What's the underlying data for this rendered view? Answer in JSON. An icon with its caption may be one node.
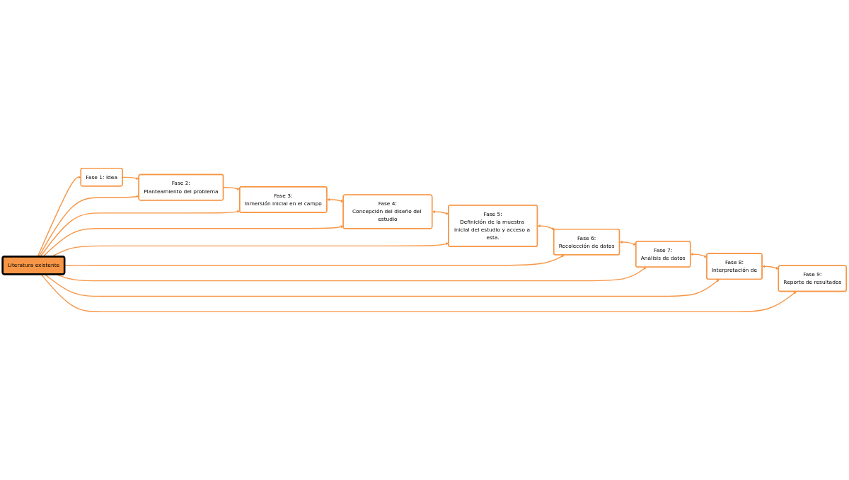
{
  "diagram": {
    "nodes": [
      {
        "text": [
          "Fase 1: Idea"
        ]
      },
      {
        "text": [
          "Fase 2:",
          "Planteamiento del problema"
        ]
      },
      {
        "text": [
          "Fase 3:",
          "Inmersión inicial en el campo"
        ]
      },
      {
        "text": [
          "Fase 9:",
          "Reporte de resultados"
        ]
      },
      {
        "text": [
          "Fase 4:",
          "Concepción del diseño del estudio"
        ]
      },
      {
        "text": [
          "Literatura existente"
        ]
      },
      {
        "text": [
          "Fase 8:",
          "Interpretación de"
        ]
      },
      {
        "text": [
          "Fase 5:",
          "Definición de la muestra inicial del estudio y acceso a esta."
        ]
      },
      {
        "text": [
          "Fase 7:",
          "Análisis de datos"
        ]
      },
      {
        "text": [
          "Fase 6:",
          "Recolección de datos"
        ]
      }
    ],
    "edges": [
      {
        "from": 0,
        "to": 1,
        "arrow": "to"
      },
      {
        "from": 1,
        "to": 2,
        "arrow": "to"
      },
      {
        "from": 2,
        "to": 4,
        "arrow": "both"
      },
      {
        "from": 4,
        "to": 7,
        "arrow": "both"
      },
      {
        "from": 7,
        "to": 9,
        "arrow": "both"
      },
      {
        "from": 9,
        "to": 8,
        "arrow": "both"
      },
      {
        "from": 8,
        "to": 6,
        "arrow": "both"
      },
      {
        "from": 6,
        "to": 3,
        "arrow": "both"
      },
      {
        "from": 5,
        "to": 0,
        "arrow": "to"
      },
      {
        "from": 5,
        "to": 1,
        "arrow": "to"
      },
      {
        "from": 5,
        "to": 2,
        "arrow": "to"
      },
      {
        "from": 5,
        "to": 4,
        "arrow": "to"
      },
      {
        "from": 5,
        "to": 7,
        "arrow": "to"
      },
      {
        "from": 5,
        "to": 9,
        "arrow": "to"
      },
      {
        "from": 5,
        "to": 8,
        "arrow": "to"
      },
      {
        "from": 5,
        "to": 6,
        "arrow": "to"
      },
      {
        "from": 5,
        "to": 3,
        "arrow": "to"
      }
    ]
  }
}
